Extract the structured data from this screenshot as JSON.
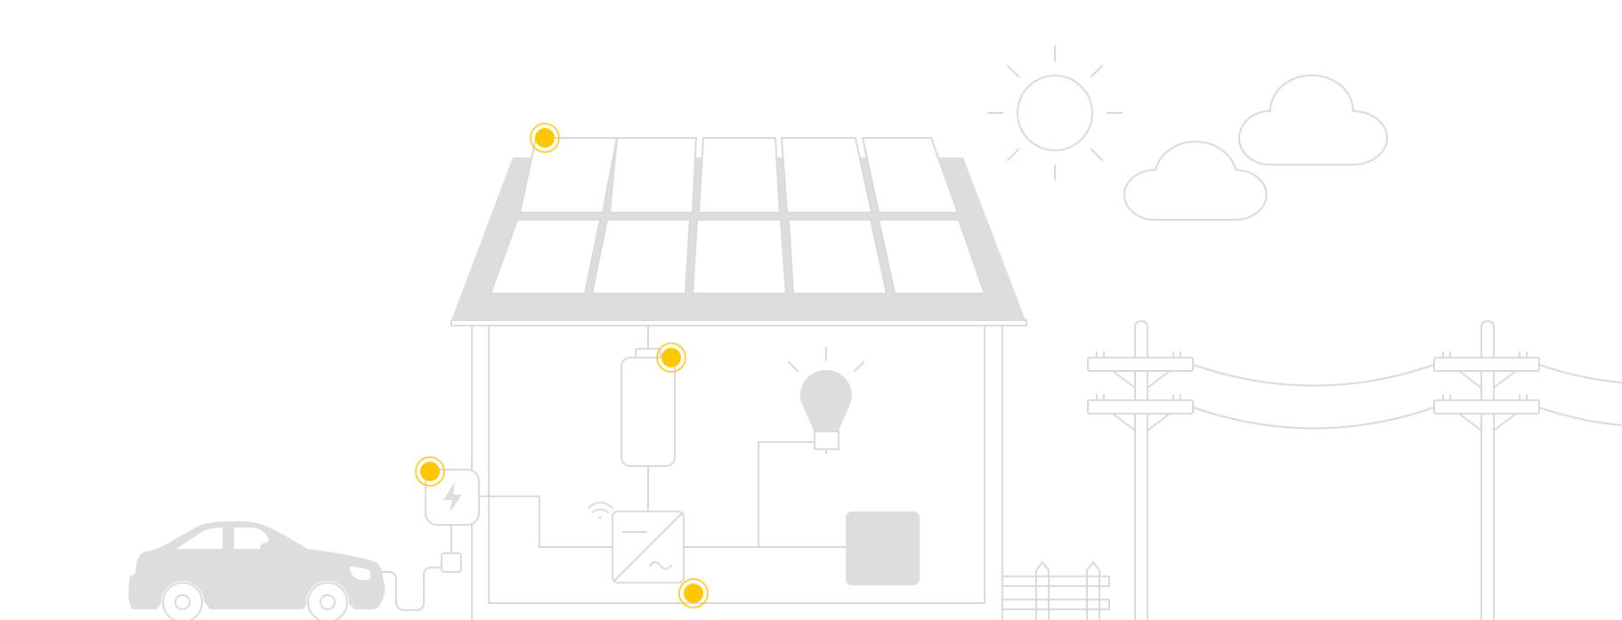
{
  "colors": {
    "line": "#d9d9d9",
    "fill": "#dddddd",
    "hotspot": "#ffc700",
    "background": "#ffffff"
  },
  "icons": {
    "sun": "sun-icon",
    "cloud": "cloud-icon",
    "bulb": "light-bulb-icon",
    "wifi": "wifi-icon",
    "bolt": "lightning-bolt-icon",
    "car": "electric-car-icon"
  },
  "hotspots": [
    {
      "id": "solar-panels"
    },
    {
      "id": "battery"
    },
    {
      "id": "ev-charger"
    },
    {
      "id": "inverter"
    }
  ]
}
